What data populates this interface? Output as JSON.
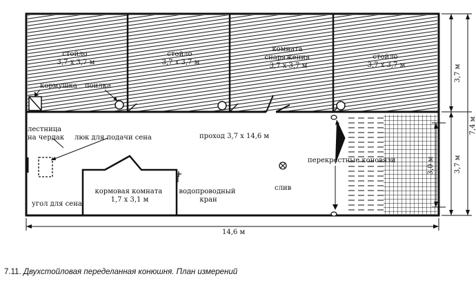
{
  "labels": {
    "stall_1": [
      "стойло",
      "3,7 x 3,7 м"
    ],
    "stall_2": [
      "стойло",
      "3,7 x 3,7 м"
    ],
    "tack_room": [
      "комната",
      "снаряжения",
      "3,7 x 3,7 м"
    ],
    "stall_3": [
      "стойло",
      "3,7 x 3,7 м"
    ],
    "manger": "кормушка",
    "waterer": "поилка",
    "loft_ladder": [
      "лестница",
      "на чердак"
    ],
    "hay_hatch": "люк для подачи сена",
    "aisle": "проход 3,7 x 14,6 м",
    "cross_ties": "перекрестные коновязи",
    "drain": "слив",
    "feed_room": [
      "кормовая комната",
      "1,7 x 3,1 м"
    ],
    "water_tap": [
      "водопроводный",
      "кран"
    ],
    "hay_corner": "угол для сена"
  },
  "dimensions": {
    "total_length": "14,6 м",
    "stall_depth": "3,7 м",
    "total_width": "7,4 м",
    "aisle_width": "3,7 м",
    "tie_area": "3,0 м"
  },
  "caption": {
    "number": "7.11.",
    "text": "Двухстойловая переделанная конюшня. План измерений"
  }
}
